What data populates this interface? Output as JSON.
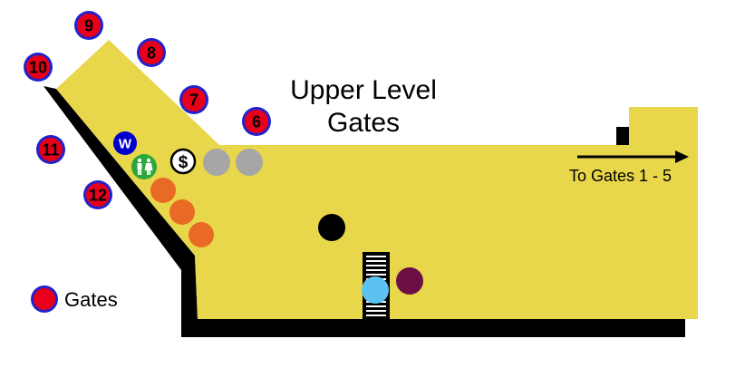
{
  "title": {
    "line1": "Upper Level",
    "line2": "Gates"
  },
  "direction": {
    "label": "To Gates 1 - 5"
  },
  "legend": {
    "label": "Gates"
  },
  "gates": [
    "6",
    "7",
    "8",
    "9",
    "10",
    "11",
    "12"
  ],
  "icons": {
    "wheelchair": {
      "letter": "W",
      "color": "#0000cc"
    },
    "atm": {
      "symbol": "$"
    }
  },
  "colors": {
    "concourse": "#e8d64b",
    "gate_marker": "#e8001b",
    "gate_ring": "#2222cc",
    "walls": "#000000",
    "grey_poi": "#a6a6a6",
    "orange_poi": "#e86a24",
    "blue_poi": "#5cc3f0",
    "purple_poi": "#6b0f45",
    "restroom": "#2aa83a"
  }
}
